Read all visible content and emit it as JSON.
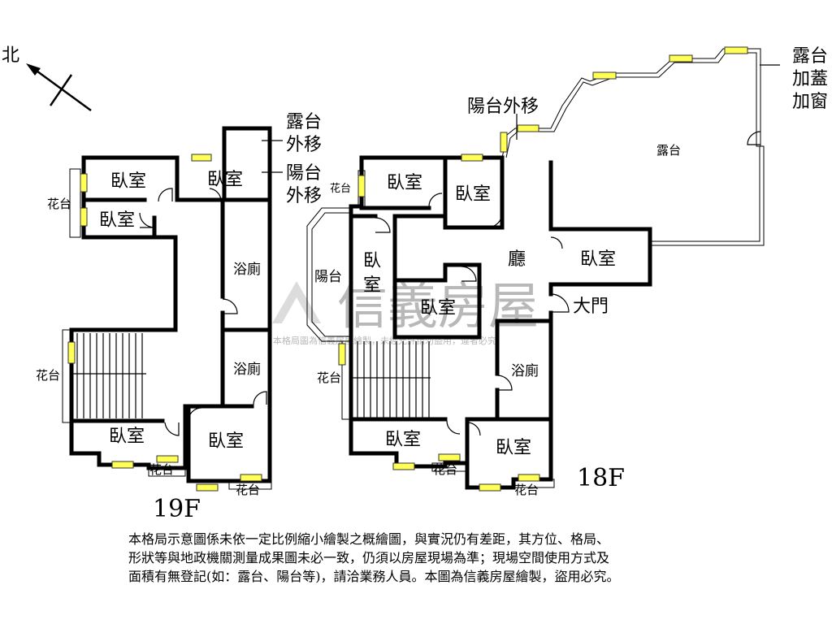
{
  "compass": {
    "north_label": "北"
  },
  "floors": {
    "f19": {
      "label": "19F",
      "rooms": [
        "臥室",
        "臥室",
        "臥室",
        "浴廁",
        "浴廁",
        "臥室",
        "臥室"
      ],
      "flower_beds": [
        "花台",
        "花台",
        "花台",
        "花台"
      ],
      "terrace_move_label": [
        "露台",
        "外移"
      ],
      "balcony_move_label": [
        "陽台",
        "外移"
      ]
    },
    "f18": {
      "label": "18F",
      "rooms": [
        "臥室",
        "臥室",
        "臥室",
        "臥",
        "室",
        "臥室",
        "浴廁",
        "臥室",
        "臥室"
      ],
      "living_room": "廳",
      "main_door": "大門",
      "balcony": "陽台",
      "terrace": "露台",
      "flower_beds": [
        "花台",
        "花台",
        "花台",
        "花台"
      ],
      "balcony_move_label": "陽台外移",
      "terrace_roof_label": [
        "露台",
        "加蓋",
        "加窗"
      ]
    }
  },
  "watermark": {
    "brand": "信義房屋",
    "notice": "本格局圖為信義房屋繪製，未經允許請勿盜用，違者必究"
  },
  "disclaimer": [
    "本格局示意圖係未依一定比例縮小繪製之概繪圖，與實況仍有差距，其方位、格局、",
    "形狀等與地政機關測量成果圖未必一致，仍須以房屋現場為準；現場空間使用方式及",
    "面積有無登記(如：露台、陽台等)，請洽業務人員。本圖為信義房屋繪製，盜用必究。"
  ]
}
